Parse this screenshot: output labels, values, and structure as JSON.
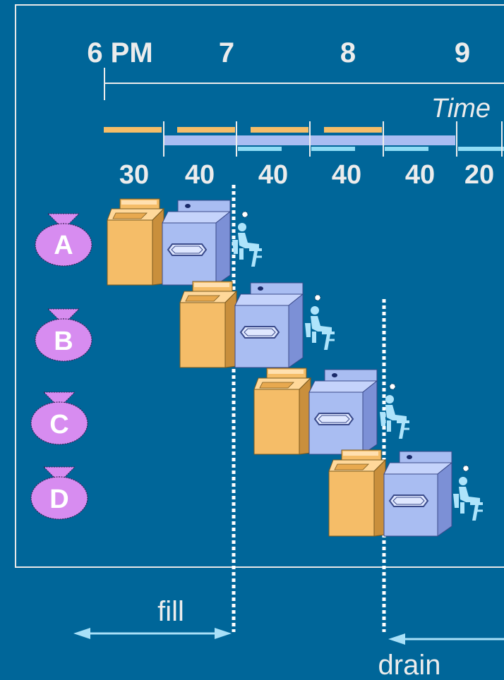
{
  "timeline": {
    "hours": [
      "6 PM",
      "7",
      "8",
      "9"
    ],
    "axis_label": "Time",
    "durations": [
      "30",
      "40",
      "40",
      "40",
      "40",
      "20"
    ]
  },
  "loads": [
    {
      "label": "A"
    },
    {
      "label": "B"
    },
    {
      "label": "C"
    },
    {
      "label": "D"
    }
  ],
  "annotations": {
    "fill_label": "fill",
    "drain_label": "drain"
  },
  "colors": {
    "background": "#006699",
    "washer": "#f5bd68",
    "dryer": "#a9bdf2",
    "fold": "#8fdcf5",
    "bag": "#d78cf0",
    "text": "#ececec",
    "arrow": "#a8e0f8"
  },
  "icons": {
    "washer": "washer-icon",
    "dryer": "dryer-icon",
    "folder": "person-folding-icon",
    "load": "laundry-bag-icon"
  }
}
